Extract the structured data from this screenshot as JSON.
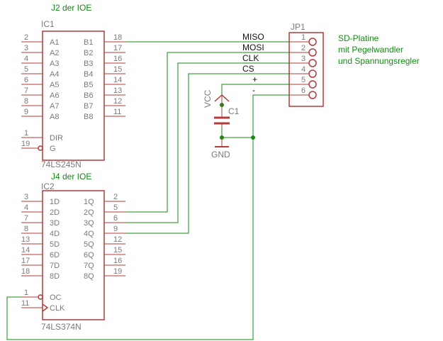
{
  "labels": {
    "j2": "J2 der IOE",
    "j4": "J4 der IOE",
    "sd_line1": "SD-Platine",
    "sd_line2": "mit Pegelwandler",
    "sd_line3": "und Spannungsregler"
  },
  "ic1": {
    "name": "IC1",
    "value": "74LS245N",
    "left_pins": [
      {
        "num": "2",
        "name": "A1"
      },
      {
        "num": "3",
        "name": "A2"
      },
      {
        "num": "4",
        "name": "A3"
      },
      {
        "num": "5",
        "name": "A4"
      },
      {
        "num": "6",
        "name": "A5"
      },
      {
        "num": "7",
        "name": "A6"
      },
      {
        "num": "8",
        "name": "A7"
      },
      {
        "num": "9",
        "name": "A8"
      }
    ],
    "ctrl_pins": [
      {
        "num": "1",
        "name": "DIR"
      },
      {
        "num": "19",
        "name": "G"
      }
    ],
    "right_pins": [
      {
        "num": "18",
        "name": "B1"
      },
      {
        "num": "17",
        "name": "B2"
      },
      {
        "num": "16",
        "name": "B3"
      },
      {
        "num": "15",
        "name": "B4"
      },
      {
        "num": "14",
        "name": "B5"
      },
      {
        "num": "13",
        "name": "B6"
      },
      {
        "num": "12",
        "name": "B7"
      },
      {
        "num": "11",
        "name": "B8"
      }
    ]
  },
  "ic2": {
    "name": "IC2",
    "value": "74LS374N",
    "left_pins": [
      {
        "num": "3",
        "name": "1D"
      },
      {
        "num": "4",
        "name": "2D"
      },
      {
        "num": "7",
        "name": "3D"
      },
      {
        "num": "8",
        "name": "4D"
      },
      {
        "num": "13",
        "name": "5D"
      },
      {
        "num": "14",
        "name": "6D"
      },
      {
        "num": "17",
        "name": "7D"
      },
      {
        "num": "18",
        "name": "8D"
      }
    ],
    "ctrl_pins": [
      {
        "num": "1",
        "name": "OC"
      },
      {
        "num": "11",
        "name": "CLK"
      }
    ],
    "right_pins": [
      {
        "num": "2",
        "name": "1Q"
      },
      {
        "num": "5",
        "name": "2Q"
      },
      {
        "num": "6",
        "name": "3Q"
      },
      {
        "num": "9",
        "name": "4Q"
      },
      {
        "num": "12",
        "name": "5Q"
      },
      {
        "num": "15",
        "name": "6Q"
      },
      {
        "num": "16",
        "name": "7Q"
      },
      {
        "num": "19",
        "name": "8Q"
      }
    ]
  },
  "jp1": {
    "name": "JP1",
    "pins": [
      "1",
      "2",
      "3",
      "4",
      "5",
      "6"
    ]
  },
  "nets": [
    "MISO",
    "MOSI",
    "CLK",
    "CS",
    "+",
    "-"
  ],
  "c1": {
    "name": "C1"
  },
  "power": {
    "vcc": "VCC",
    "gnd": "GND"
  }
}
